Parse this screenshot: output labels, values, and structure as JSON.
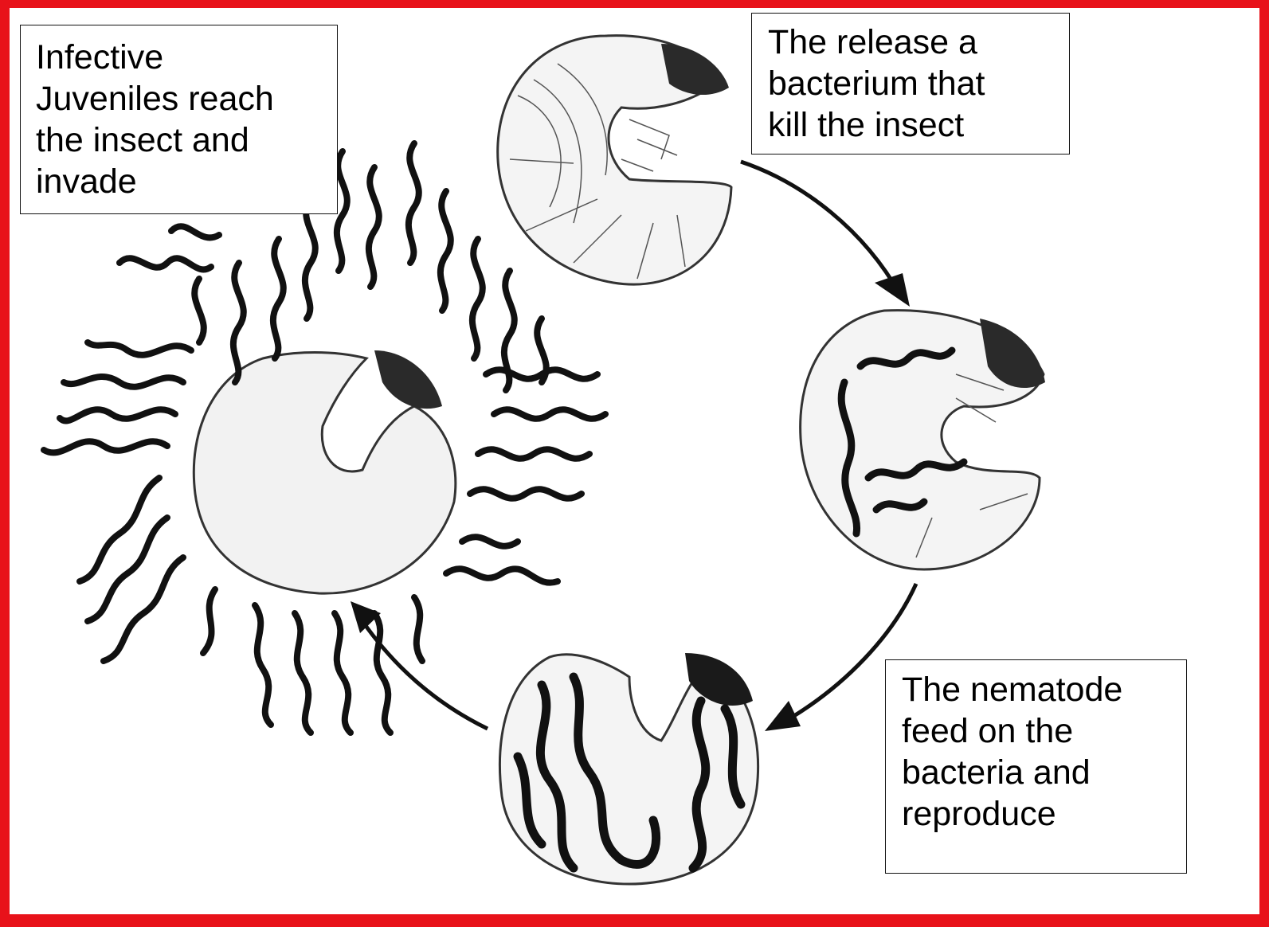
{
  "diagram": {
    "type": "life-cycle",
    "colors": {
      "frame": "#e8121a",
      "ink": "#111111",
      "background": "#ffffff"
    },
    "stages": [
      {
        "id": "invade",
        "lines": [
          "Infective",
          "Juveniles reach",
          "the insect and",
          "invade"
        ]
      },
      {
        "id": "release",
        "lines": [
          "The release a",
          "bacterium that",
          "kill the insect"
        ]
      },
      {
        "id": "reproduce",
        "lines": [
          "The nematode",
          "feed on the",
          "bacteria and",
          "reproduce"
        ]
      }
    ],
    "cycle_arrows": [
      {
        "from": "release",
        "to": "infected-larva"
      },
      {
        "from": "infected-larva",
        "to": "reproduce"
      },
      {
        "from": "reproduce",
        "to": "invade"
      }
    ]
  }
}
